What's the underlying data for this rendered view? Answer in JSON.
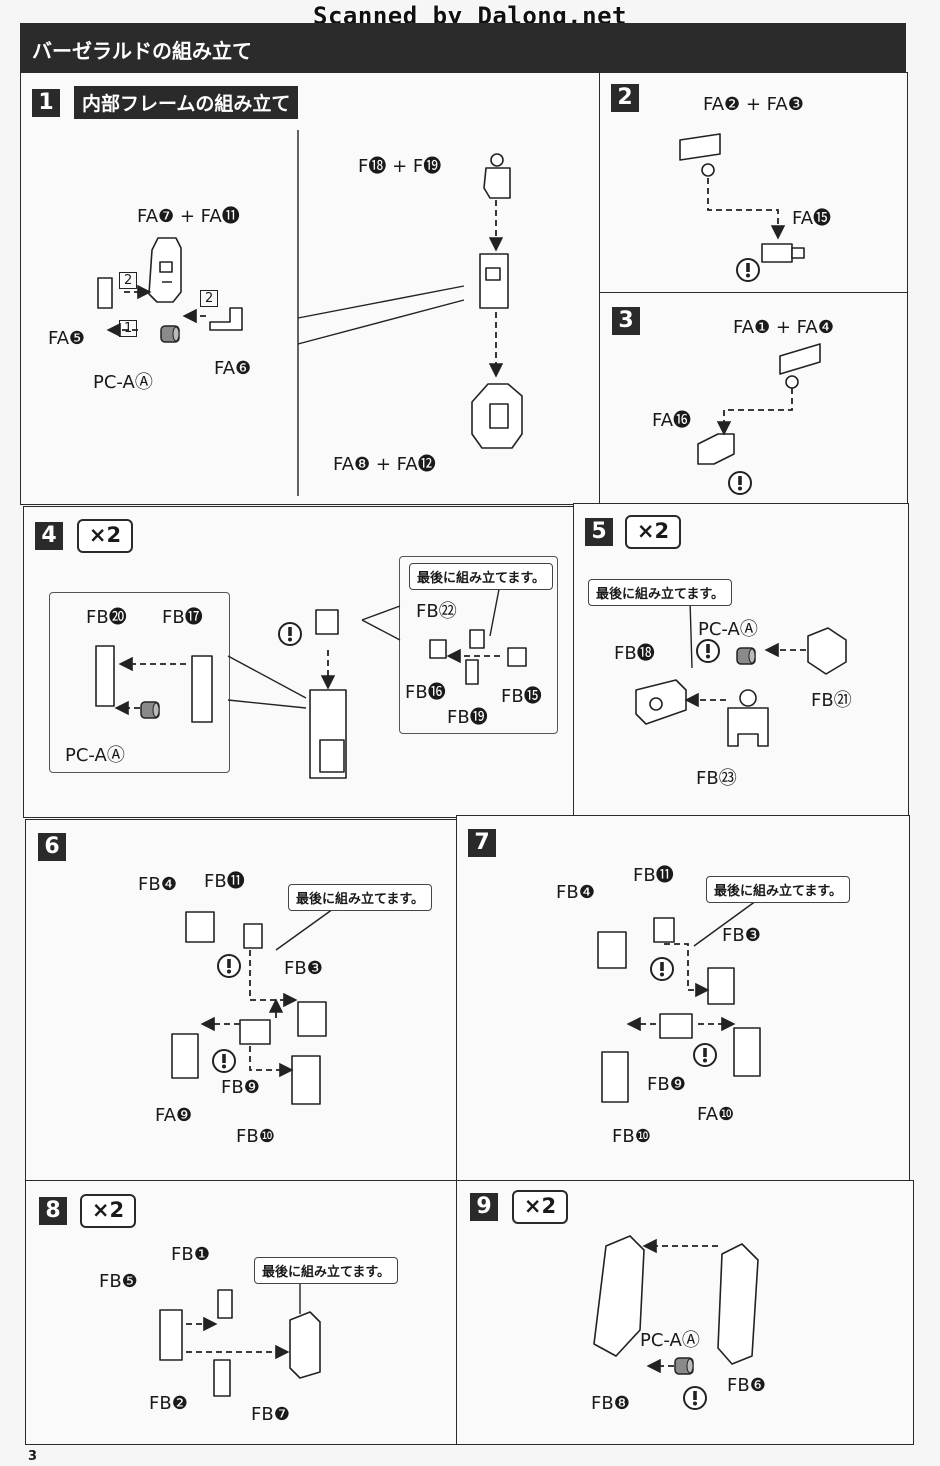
{
  "scan_credit": "Scanned by Dalong.net",
  "page_title": "バーゼラルドの組み立て",
  "page_number": "3",
  "note_text": "最後に組み立てます。",
  "steps": {
    "s1": {
      "num": "1",
      "title": "内部フレームの組み立て",
      "labels": {
        "fa7_fa11": "FA❼ + FA⓫",
        "fa5": "FA❺",
        "pc_a": "PC-AⒶ",
        "fa6": "FA❻",
        "f18_f19": "F⓲ + F⓳",
        "fa8_fa12": "FA❽ + FA⓬",
        "b2a": "2",
        "b2b": "2",
        "b1": "1"
      }
    },
    "s2": {
      "num": "2",
      "labels": {
        "fa2_fa3": "FA❷ + FA❸",
        "fa15": "FA⓯"
      }
    },
    "s3": {
      "num": "3",
      "labels": {
        "fa1_fa4": "FA❶ + FA❹",
        "fa16": "FA⓰"
      }
    },
    "s4": {
      "num": "4",
      "mult": "×2",
      "labels": {
        "fb20": "FB⓴",
        "fb17": "FB⓱",
        "pc_a": "PC-AⒶ",
        "fb22": "FB㉒",
        "fb16": "FB⓰",
        "fb15": "FB⓯",
        "fb19": "FB⓳"
      }
    },
    "s5": {
      "num": "5",
      "mult": "×2",
      "labels": {
        "pc_a": "PC-AⒶ",
        "fb18": "FB⓲",
        "fb21": "FB㉑",
        "fb23": "FB㉓"
      }
    },
    "s6": {
      "num": "6",
      "labels": {
        "fb4": "FB❹",
        "fb11": "FB⓫",
        "fb3": "FB❸",
        "fb9": "FB❾",
        "fa9": "FA❾",
        "fb10": "FB❿"
      }
    },
    "s7": {
      "num": "7",
      "labels": {
        "fb11": "FB⓫",
        "fb4": "FB❹",
        "fb3": "FB❸",
        "fb9": "FB❾",
        "fa10": "FA❿",
        "fb10": "FB❿"
      }
    },
    "s8": {
      "num": "8",
      "mult": "×2",
      "labels": {
        "fb1": "FB❶",
        "fb5": "FB❺",
        "fb2": "FB❷",
        "fb7": "FB❼"
      }
    },
    "s9": {
      "num": "9",
      "mult": "×2",
      "labels": {
        "pc_a": "PC-AⒶ",
        "fb8": "FB❽",
        "fb6": "FB❻"
      }
    }
  },
  "colors": {
    "ink": "#2a2a2a",
    "header_bg": "#2b2b2b",
    "paper": "#f6f6f6",
    "polycap": "#8a8a8a"
  },
  "icons": [
    "caution-icon",
    "arrow-icon",
    "part-icon"
  ]
}
